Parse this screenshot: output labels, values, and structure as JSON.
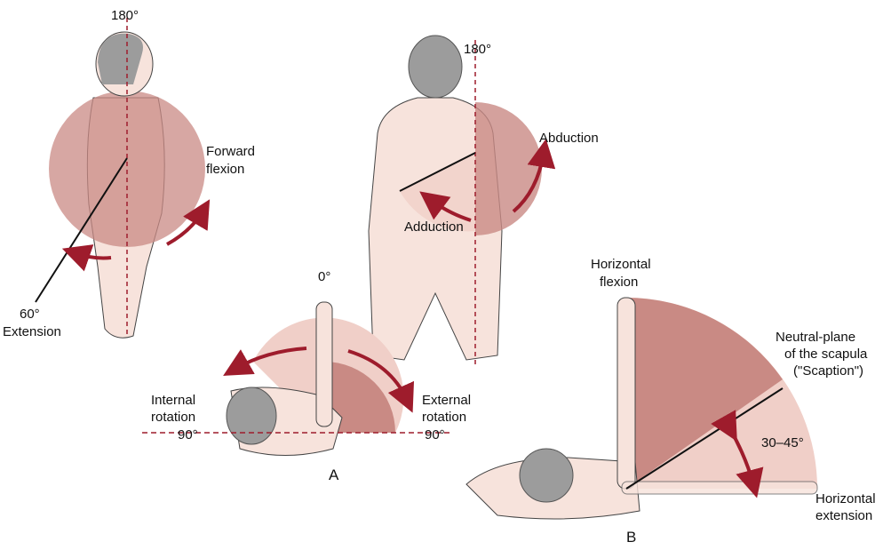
{
  "colors": {
    "arc_dark": "#c98a84",
    "arc_light": "#f0cfc8",
    "skin": "#f7e3dc",
    "hair": "#9c9c9c",
    "accent": "#9e1c2c"
  },
  "panel_a": {
    "side_view": {
      "top_angle": "180°",
      "forward_flexion_line1": "Forward",
      "forward_flexion_line2": "flexion",
      "extension_angle": "60°",
      "extension_label": "Extension"
    },
    "back_view": {
      "top_angle": "180°",
      "abduction": "Abduction",
      "adduction": "Adduction"
    },
    "top_view": {
      "zero_angle": "0°",
      "internal_line1": "Internal",
      "internal_line2": "rotation",
      "internal_angle": "90°",
      "external_line1": "External",
      "external_line2": "rotation",
      "external_angle": "90°"
    },
    "label": "A"
  },
  "panel_b": {
    "horizontal_flexion_line1": "Horizontal",
    "horizontal_flexion_line2": "flexion",
    "scaption_line1": "Neutral-plane",
    "scaption_line2": "of the scapula",
    "scaption_line3": "(\"Scaption\")",
    "angle_range": "30–45°",
    "horizontal_extension_line1": "Horizontal",
    "horizontal_extension_line2": "extension",
    "label": "B"
  }
}
